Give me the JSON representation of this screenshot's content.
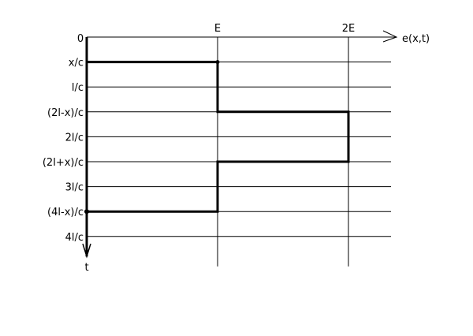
{
  "diagram": {
    "axis_e_label": "e(x,t)",
    "axis_t_label": "t",
    "origin_label": "0",
    "e_ticks": [
      {
        "label": "E",
        "value": 1
      },
      {
        "label": "2E",
        "value": 2
      }
    ],
    "t_ticks": [
      {
        "label": "x/c",
        "value": 1
      },
      {
        "label": "l/c",
        "value": 2
      },
      {
        "label": "(2l-x)/c",
        "value": 3
      },
      {
        "label": "2l/c",
        "value": 4
      },
      {
        "label": "(2l+x)/c",
        "value": 5
      },
      {
        "label": "3l/c",
        "value": 6
      },
      {
        "label": "(4l-x)/c",
        "value": 7
      },
      {
        "label": "4l/c",
        "value": 8
      }
    ],
    "step_path": [
      {
        "e": 0,
        "t": 0
      },
      {
        "e": 0,
        "t": 1
      },
      {
        "e": 1,
        "t": 1
      },
      {
        "e": 1,
        "t": 3
      },
      {
        "e": 2,
        "t": 3
      },
      {
        "e": 2,
        "t": 5
      },
      {
        "e": 1,
        "t": 5
      },
      {
        "e": 1,
        "t": 7
      },
      {
        "e": 0,
        "t": 7
      },
      {
        "e": 0,
        "t": 8.8
      }
    ],
    "line_color": "#000000"
  }
}
